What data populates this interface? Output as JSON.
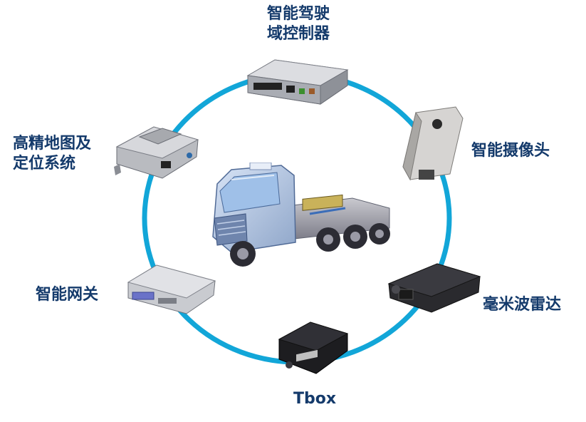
{
  "diagram": {
    "ring_color": "#12a6d8",
    "label_color": "#143a6b",
    "center": {
      "icon": "truck-icon"
    },
    "nodes": [
      {
        "id": "adas",
        "label": "智能驾驶\n域控制器",
        "icon": "domain-controller-icon"
      },
      {
        "id": "camera",
        "label": "智能摄像头",
        "icon": "camera-icon"
      },
      {
        "id": "radar",
        "label": "毫米波雷达",
        "icon": "radar-icon"
      },
      {
        "id": "tbox",
        "label": "Tbox",
        "icon": "tbox-icon"
      },
      {
        "id": "gateway",
        "label": "智能网关",
        "icon": "gateway-icon"
      },
      {
        "id": "hdmap",
        "label": "高精地图及\n定位系统",
        "icon": "hd-map-positioning-icon"
      }
    ]
  }
}
